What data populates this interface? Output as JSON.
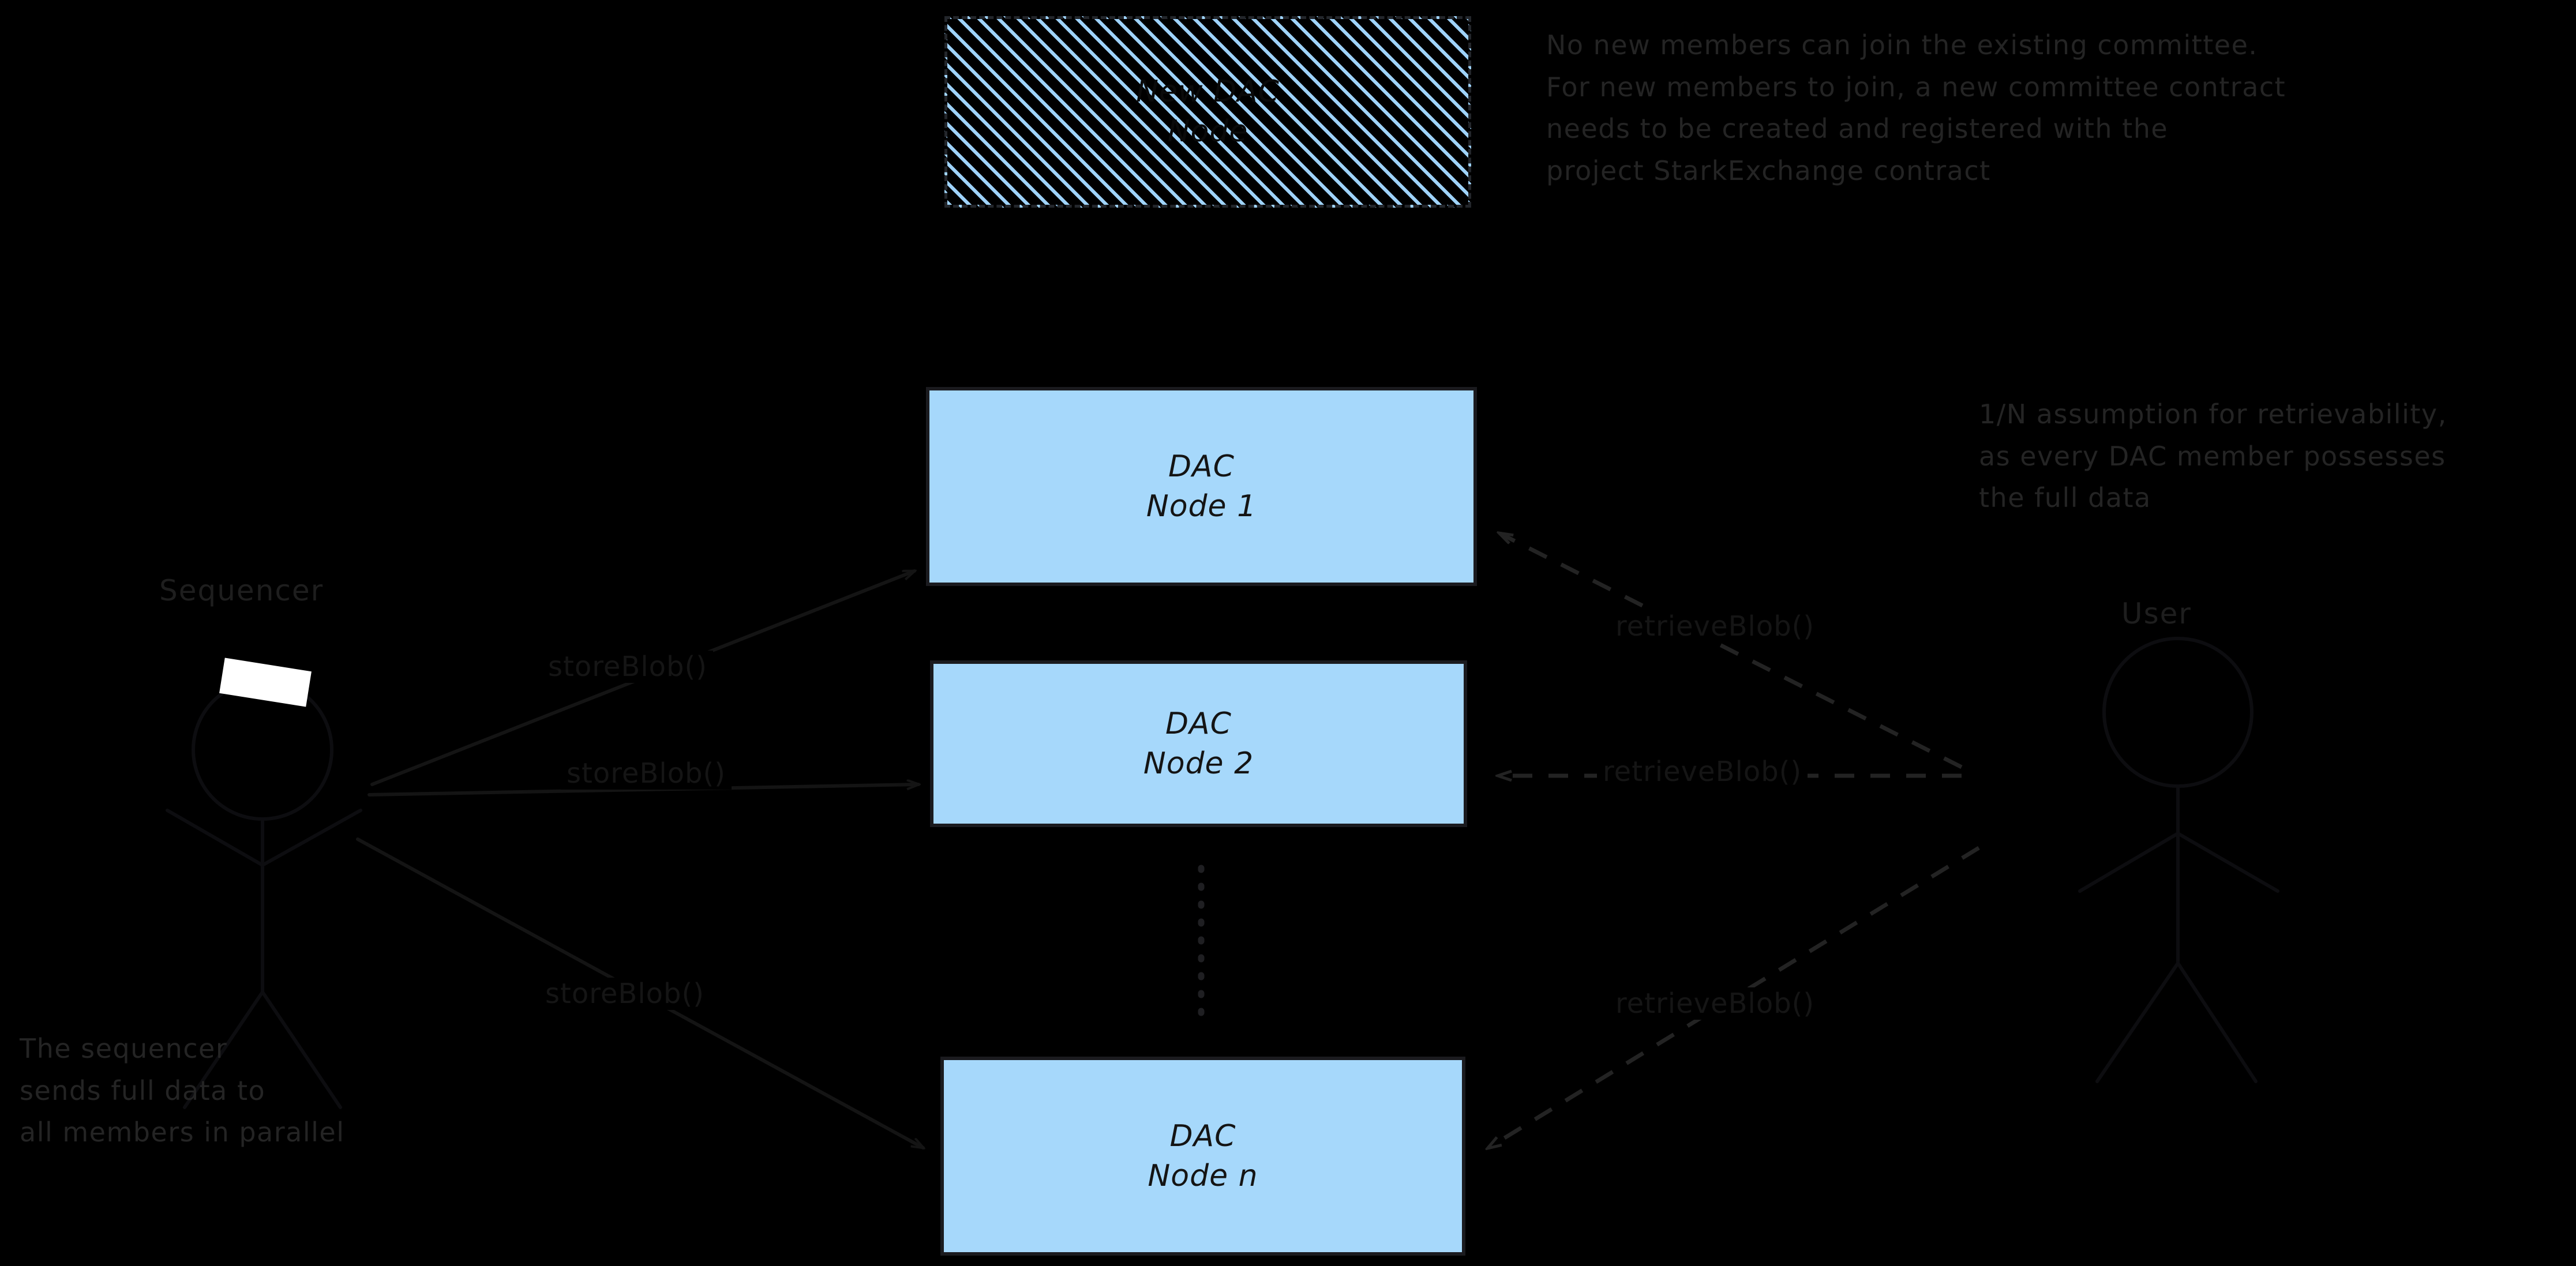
{
  "diagram": {
    "title_present": false,
    "background_color": "#000000",
    "node_fill_color": "#a6d8fb",
    "stroke_color": "#1b1b1f",
    "text_color": "#1e1e1e"
  },
  "new_node": {
    "line1": "New DAC",
    "line2": "Node",
    "style": "hatched-dashed"
  },
  "nodes": [
    {
      "line1": "DAC",
      "line2": "Node 1"
    },
    {
      "line1": "DAC",
      "line2": "Node 2"
    },
    {
      "line1": "DAC",
      "line2": "Node n"
    }
  ],
  "actors": {
    "sequencer_label": "Sequencer",
    "user_label": "User"
  },
  "edges": {
    "store_label_1": "storeBlob()",
    "store_label_2": "storeBlob()",
    "store_label_3": "storeBlob()",
    "retrieve_label_1": "retrieveBlob()",
    "retrieve_label_2": "retrieveBlob()",
    "retrieve_label_3": "retrieveBlob()"
  },
  "notes": {
    "committee": "No new members can join the existing committee.\nFor new members to join, a new committee contract\nneeds to be created and registered with the\nproject StarkExchange contract",
    "retrievability": "1/N assumption for retrievability,\nas every DAC member possesses\nthe full data",
    "parallel": "The sequencer\nsends full data to\nall members in parallel"
  }
}
